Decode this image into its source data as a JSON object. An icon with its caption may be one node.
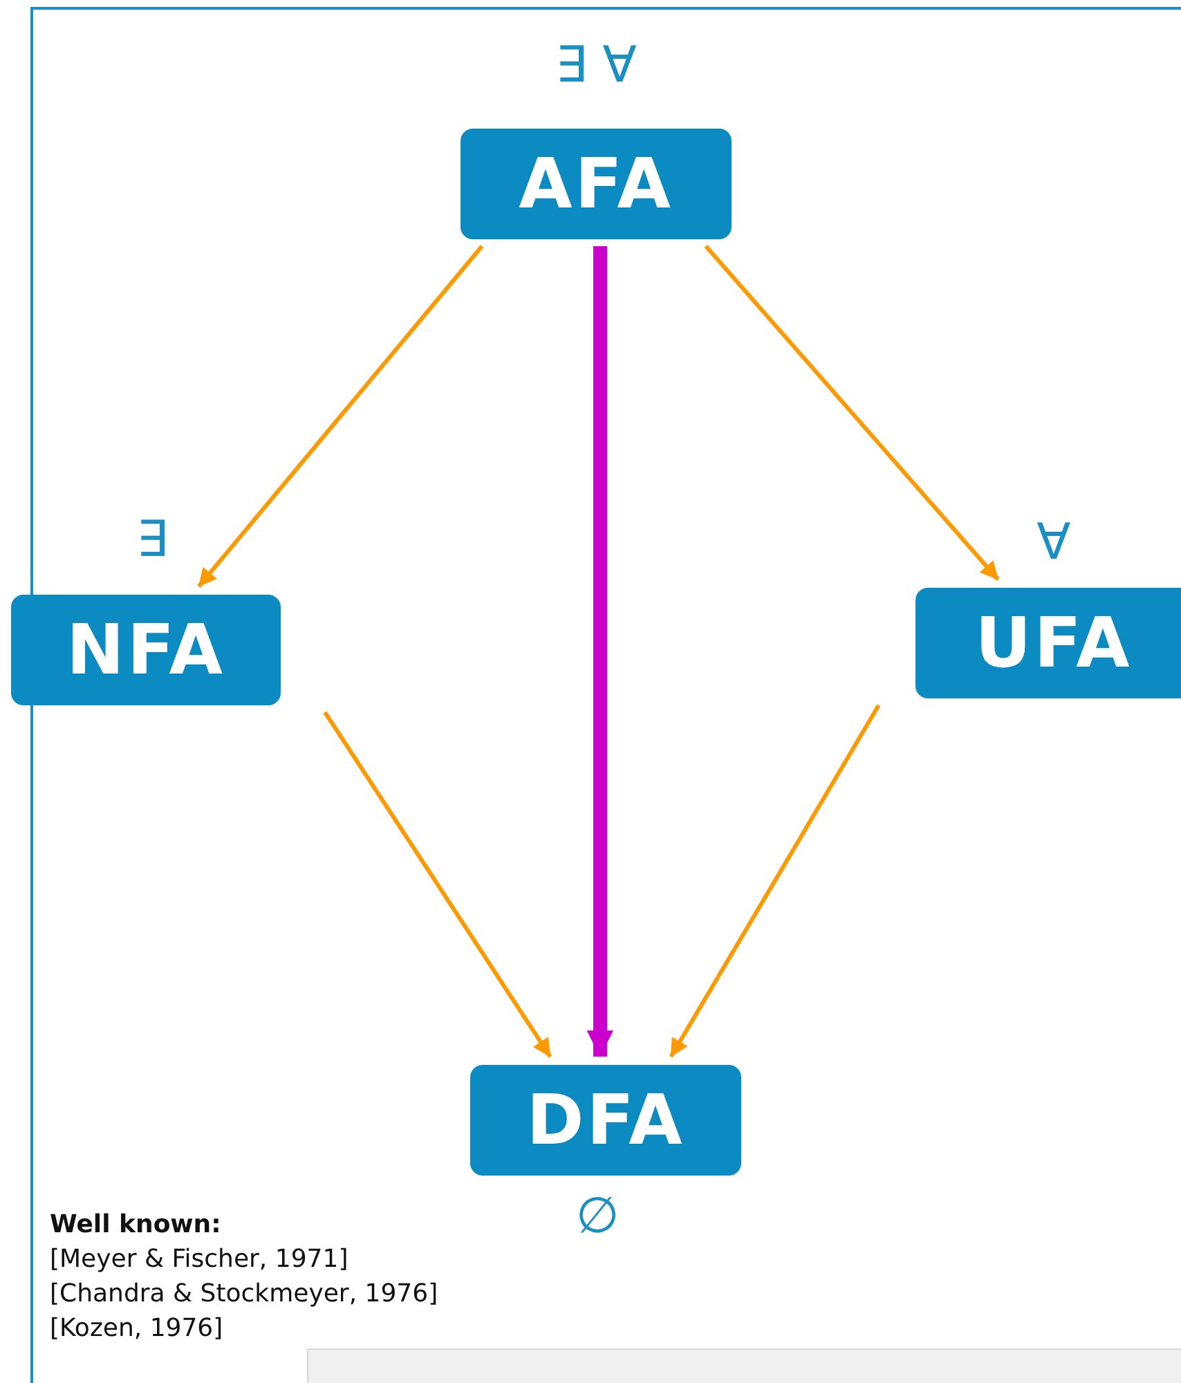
{
  "diagram": {
    "nodes": [
      {
        "text": [
          "AFA"
        ],
        "beside": [
          "∃ ∀"
        ]
      },
      {
        "text": [
          "NFA"
        ],
        "beside": [
          "∃"
        ]
      },
      {
        "text": [
          "UFA"
        ],
        "beside": [
          "∀"
        ]
      },
      {
        "text": [
          "DFA"
        ],
        "beside": [
          "∅"
        ]
      }
    ],
    "edges": [
      {
        "from": 0,
        "to": 1,
        "arrow": "to"
      },
      {
        "from": 0,
        "to": 2,
        "arrow": "to"
      },
      {
        "from": 1,
        "to": 3,
        "arrow": "to"
      },
      {
        "from": 2,
        "to": 3,
        "arrow": "to"
      },
      {
        "from": 0,
        "to": 3,
        "arrow": "to",
        "style": "thick",
        "color": "#cc00cc"
      }
    ],
    "labels": [
      "Well known:",
      "[Meyer & Fischer, 1971]",
      "[Chandra & Stockmeyer, 1976]",
      "[Kozen, 1976]"
    ]
  }
}
